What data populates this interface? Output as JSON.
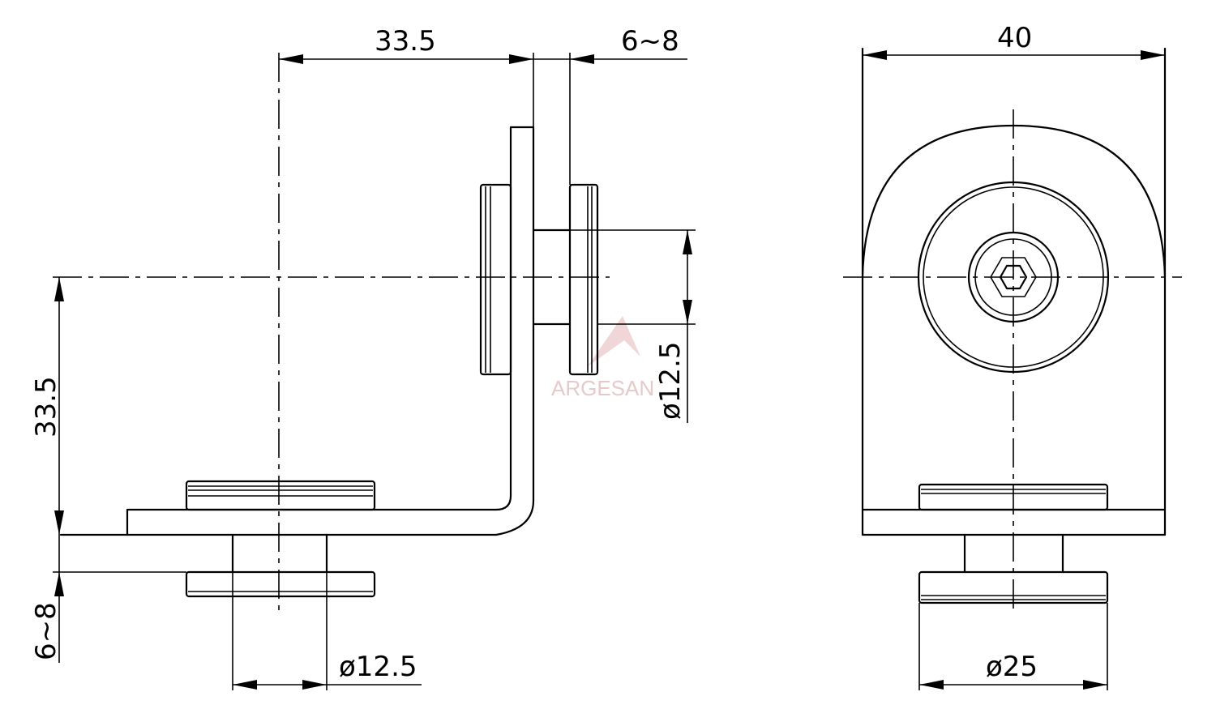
{
  "watermark": "ARGESAN",
  "side_view": {
    "dim_top_horizontal": "33.5",
    "dim_top_thickness": "6~8",
    "dim_right_diameter": "ø12.5",
    "dim_left_vertical": "33.5",
    "dim_left_thickness": "6~8",
    "dim_bottom_diameter": "ø12.5"
  },
  "front_view": {
    "dim_width": "40",
    "dim_diameter": "ø25"
  }
}
